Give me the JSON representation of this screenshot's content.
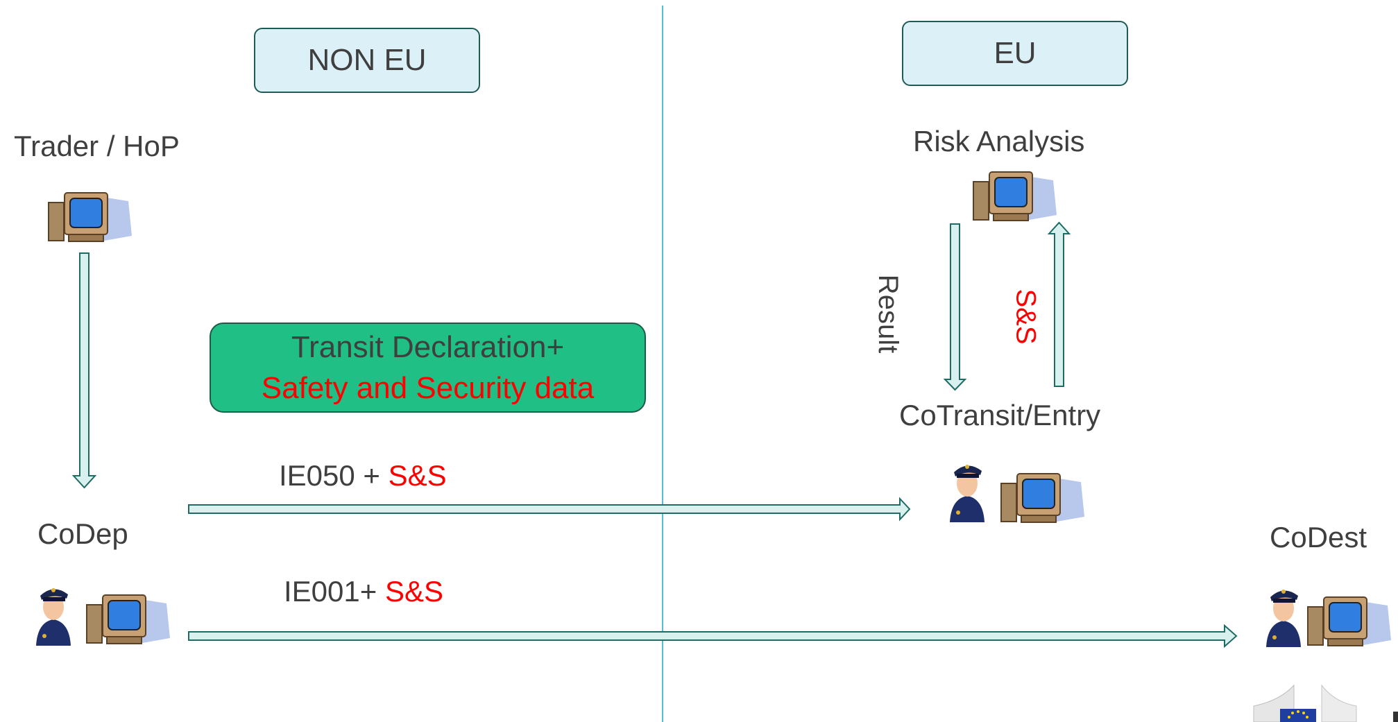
{
  "zones": {
    "non_eu": "NON EU",
    "eu": "EU"
  },
  "actors": {
    "trader": "Trader / HoP",
    "codep": "CoDep",
    "risk": "Risk Analysis",
    "cotransit": "CoTransit/Entry",
    "codest": "CoDest"
  },
  "declaration": {
    "line1": "Transit Declaration+",
    "line2": "Safety and Security data"
  },
  "messages": {
    "ie050_prefix": "IE050 + ",
    "ie050_suffix": "S&S",
    "ie001_prefix": "IE001+ ",
    "ie001_suffix": "S&S"
  },
  "risk_links": {
    "result": "Result",
    "sns": "S&S"
  },
  "colors": {
    "red_text": "#ff0000",
    "zone_fill": "#dbf1f7",
    "declaration_fill": "#20bf86",
    "divider": "#52bfd6",
    "arrow_fill": "#d8f1ef",
    "arrow_stroke": "#1d6b63"
  },
  "icons": [
    "computer-icon",
    "customs-officer-icon",
    "eu-commission-logo-icon"
  ]
}
